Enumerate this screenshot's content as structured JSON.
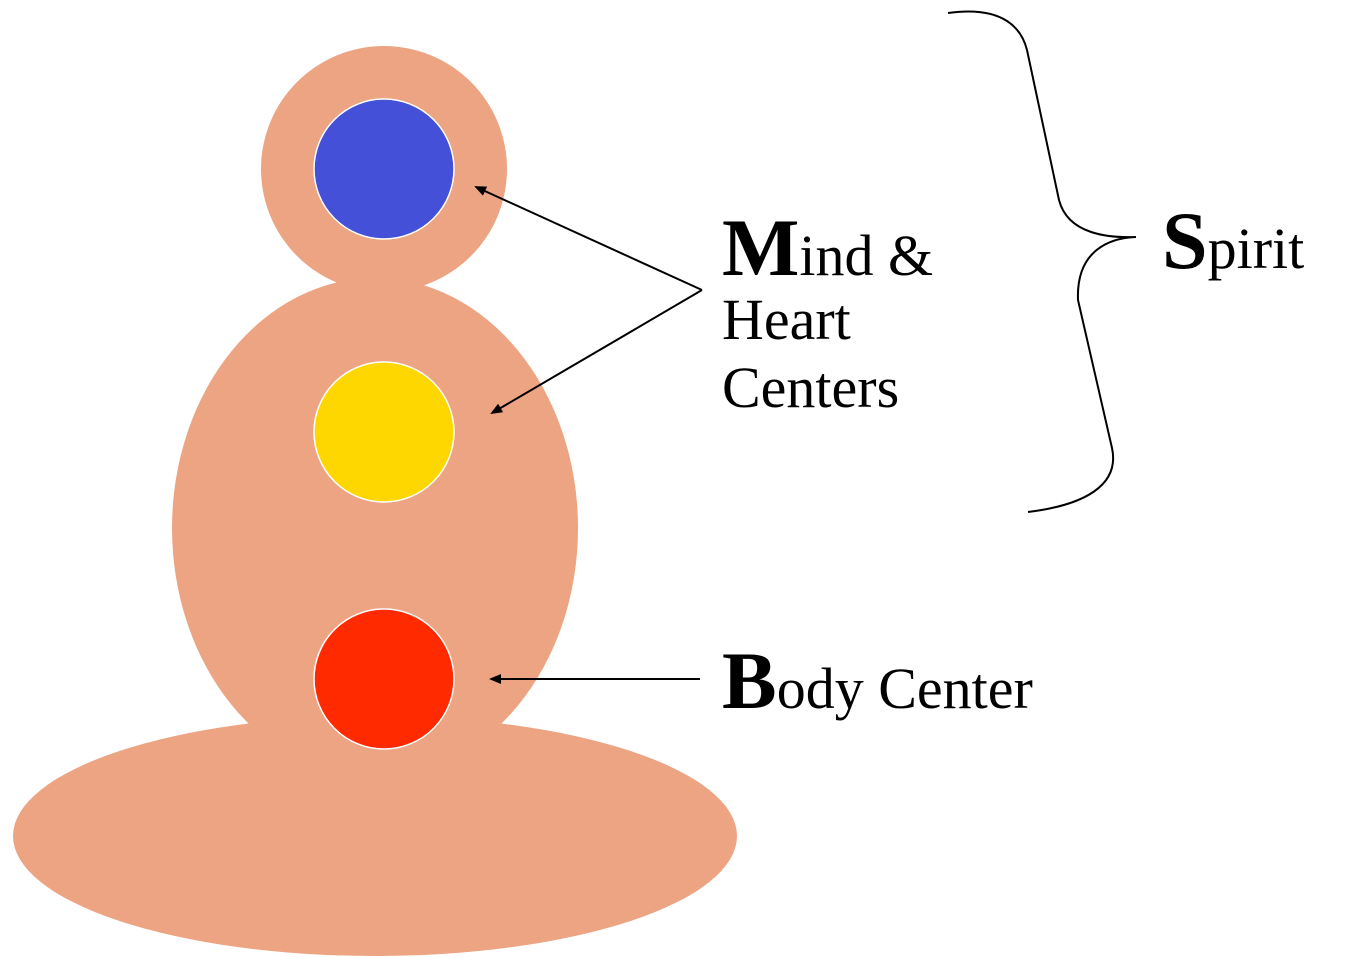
{
  "diagram": {
    "figure": {
      "body_color": "#eca483",
      "centers": [
        {
          "id": "mind",
          "color": "#4450d8"
        },
        {
          "id": "heart",
          "color": "#ffd700"
        },
        {
          "id": "body",
          "color": "#ff2a00"
        }
      ]
    },
    "labels": {
      "mind_heart": {
        "cap": "M",
        "rest": "ind &",
        "line2": "Heart",
        "line3": "Centers"
      },
      "body": {
        "cap": "B",
        "rest": "ody Center"
      },
      "spirit": {
        "cap": "S",
        "rest": "pirit"
      }
    }
  }
}
